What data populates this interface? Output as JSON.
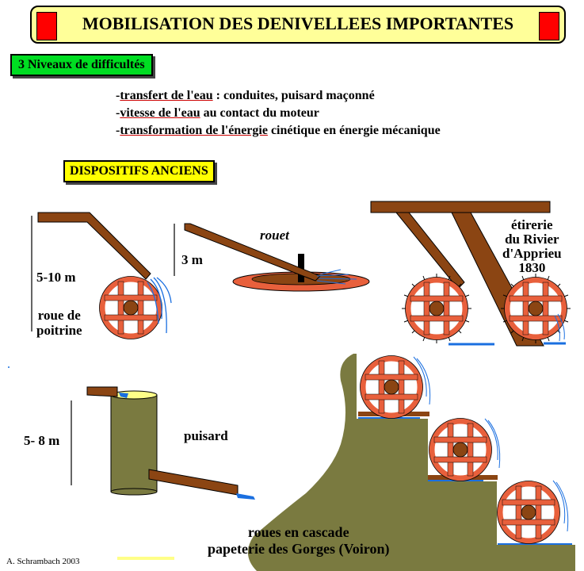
{
  "title": "MOBILISATION DES DENIVELLEES IMPORTANTES",
  "levels_box": "3 Niveaux de difficultés",
  "bullets": [
    {
      "dash": "-",
      "underlined": "transfert de l'eau",
      "rest": " : conduites, puisard maçonné"
    },
    {
      "dash": "-",
      "underlined": "vitesse de l'eau",
      "rest": " au contact du moteur"
    },
    {
      "dash": "-",
      "underlined": "transformation de l'énergie",
      "rest": " cinétique en énergie mécanique"
    }
  ],
  "devices_box": "DISPOSITIFS ANCIENS",
  "labels": {
    "height_1": "5-10 m",
    "breast_wheel_line1": "roue de",
    "breast_wheel_line2": "poitrine",
    "height_2": "3 m",
    "rouet": "rouet",
    "etirerie_line1": "étirerie",
    "etirerie_line2": "du Rivier",
    "etirerie_line3": "d'Apprieu",
    "etirerie_year": "1830",
    "height_3": "5- 8 m",
    "puisard": "puisard",
    "cascade_line1": "roues en cascade",
    "cascade_line2": "papeterie des Gorges (Voiron)"
  },
  "signature": "A. Schrambach 2003",
  "colors": {
    "banner": "#ffff99",
    "banner_blocks": "#ff0000",
    "levels_box": "#00dd22",
    "devices_box": "#ffff00",
    "wood": "#8b4513",
    "wheel_rim": "#e8603c",
    "terrain": "#7a7a40",
    "water": "#1a6fe0"
  }
}
